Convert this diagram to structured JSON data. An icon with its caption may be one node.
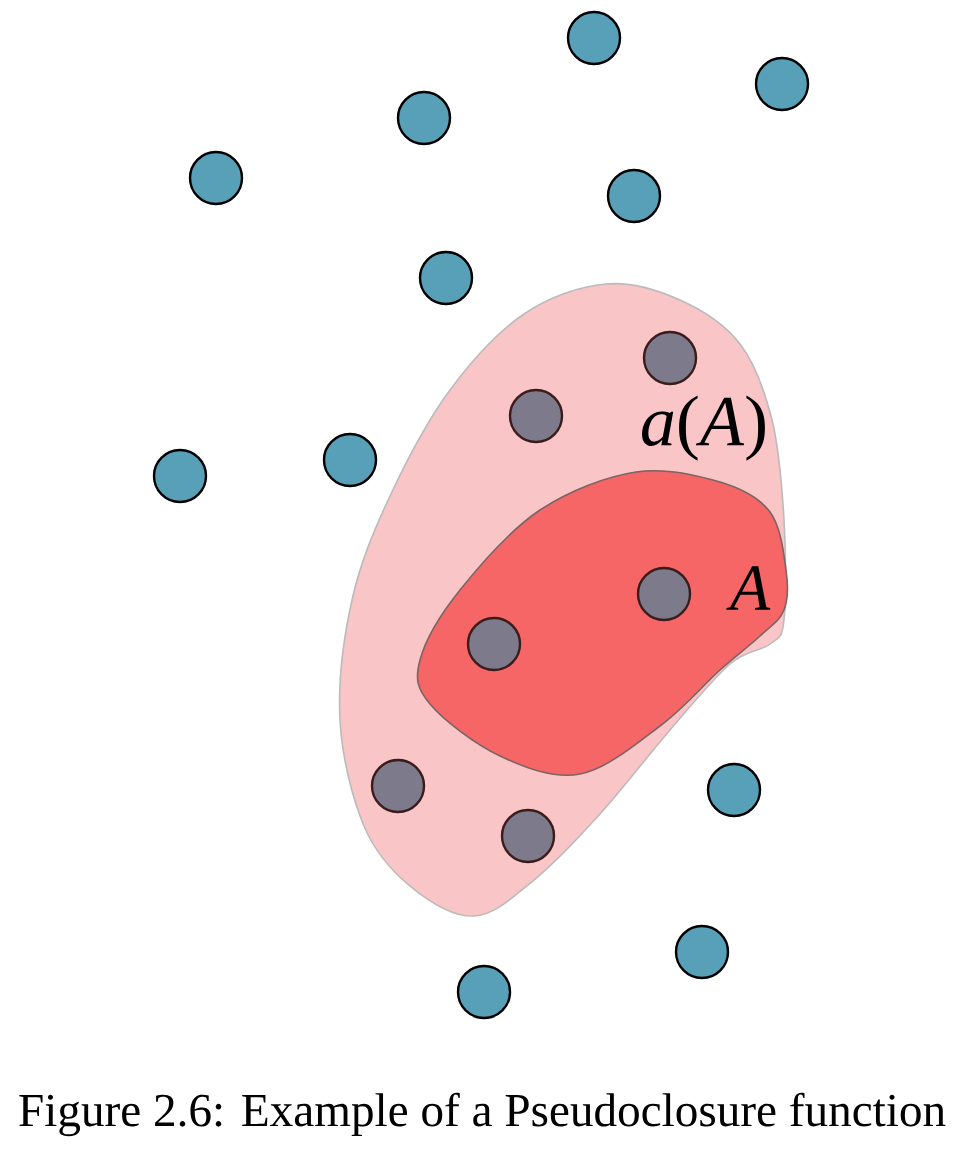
{
  "diagram": {
    "caption": "Figure 2.6: Example of a Pseudoclosure function",
    "nodes": [
      {
        "text": [
          "*a*(*A*)"
        ]
      },
      {
        "text": [
          "A"
        ],
        "in": 0
      },
      {
        "text": [],
        "shape": "circle"
      },
      {
        "text": [],
        "shape": "circle"
      },
      {
        "text": [],
        "shape": "circle"
      },
      {
        "text": [],
        "shape": "circle"
      },
      {
        "text": [],
        "shape": "circle"
      },
      {
        "text": [],
        "shape": "circle"
      },
      {
        "text": [],
        "shape": "circle",
        "in": 0
      },
      {
        "text": [],
        "shape": "circle",
        "in": 0
      },
      {
        "text": [],
        "shape": "circle"
      },
      {
        "text": [],
        "shape": "circle"
      },
      {
        "text": [],
        "shape": "circle",
        "in": 1
      },
      {
        "text": [],
        "shape": "circle",
        "in": 1
      },
      {
        "text": [],
        "shape": "circle",
        "in": 0
      },
      {
        "text": [],
        "shape": "circle"
      },
      {
        "text": [],
        "shape": "circle",
        "in": 0
      },
      {
        "text": [],
        "shape": "circle"
      },
      {
        "text": [],
        "shape": "circle"
      }
    ]
  }
}
